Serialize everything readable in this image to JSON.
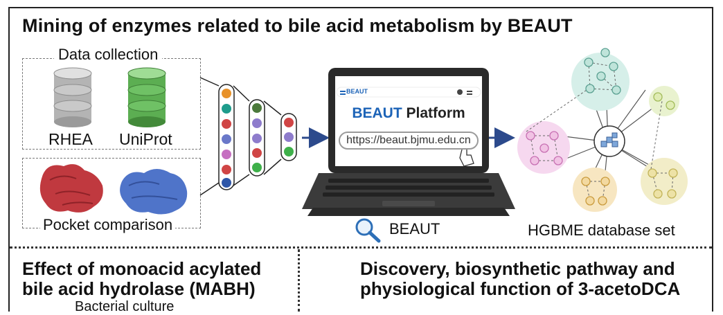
{
  "title": "Mining of enzymes related to bile acid metabolism by BEAUT",
  "data_collection": {
    "heading": "Data collection",
    "sources": [
      "RHEA",
      "UniProt"
    ],
    "pocket_label": "Pocket comparison"
  },
  "platform": {
    "tab_label": "BEAUT",
    "heading_accent": "BEAUT",
    "heading_rest": "Platform",
    "url": "https://beaut.bjmu.edu.cn",
    "caption": "BEAUT"
  },
  "database": {
    "caption": "HGBME database set"
  },
  "sections": {
    "left_title_1": "Effect of monoacid acylated",
    "left_title_2": "bile acid hydrolase (MABH)",
    "left_sub": "Bacterial culture",
    "right_title_1": "Discovery, biosynthetic pathway and",
    "right_title_2": "physiological function of 3-acetoDCA"
  },
  "colors": {
    "beaut_blue": "#1c63b7",
    "arrow": "#2c4a8c",
    "rhea_db": "#b8b8b8",
    "uniprot_db": "#5cae52",
    "pocket_red": "#c0393f",
    "pocket_blue": "#4f74c9"
  }
}
